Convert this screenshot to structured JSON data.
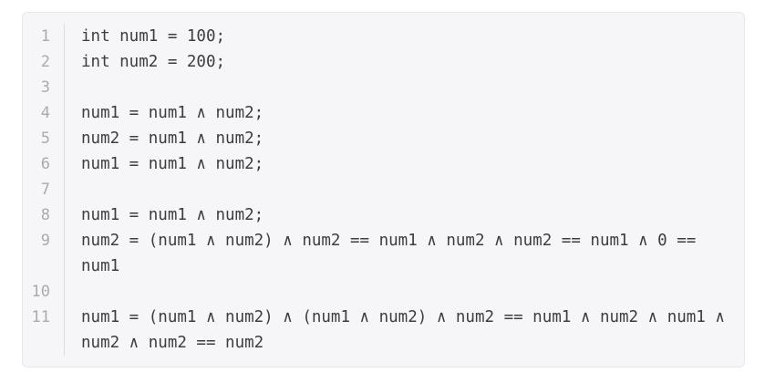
{
  "code_block": {
    "lines": [
      {
        "number": "1",
        "code": "int num1 = 100;"
      },
      {
        "number": "2",
        "code": "int num2 = 200;"
      },
      {
        "number": "3",
        "code": ""
      },
      {
        "number": "4",
        "code": "num1 = num1 ∧ num2;"
      },
      {
        "number": "5",
        "code": "num2 = num1 ∧ num2;"
      },
      {
        "number": "6",
        "code": "num1 = num1 ∧ num2;"
      },
      {
        "number": "7",
        "code": ""
      },
      {
        "number": "8",
        "code": "num1 = num1 ∧ num2;"
      },
      {
        "number": "9",
        "code": "num2 = (num1 ∧ num2) ∧ num2 == num1 ∧ num2 ∧ num2 == num1 ∧ 0 == num1"
      },
      {
        "number": "10",
        "code": ""
      },
      {
        "number": "11",
        "code": "num1 = (num1 ∧ num2) ∧ (num1 ∧ num2) ∧ num2 == num1 ∧ num2 ∧ num1 ∧ num2 ∧ num2 == num2"
      }
    ],
    "colors": {
      "page_background": "#ffffff",
      "block_background": "#f6f6f8",
      "block_border": "#e7e8ec",
      "line_number": "#a9abb0",
      "separator": "#dcdde1",
      "code_text": "#3b3d41"
    }
  }
}
